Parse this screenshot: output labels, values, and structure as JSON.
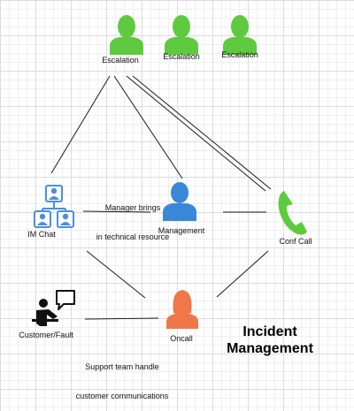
{
  "nodes": {
    "escalation1": {
      "label": "Escalation",
      "icon": "person-icon",
      "color": "#5fca3f"
    },
    "escalation2": {
      "label": "Escalation",
      "icon": "person-icon",
      "color": "#5fca3f"
    },
    "escalation3": {
      "label": "Escalation",
      "icon": "person-icon",
      "color": "#5fca3f"
    },
    "im_chat": {
      "label": "IM Chat",
      "icon": "network-icon",
      "color": "#4a90d9"
    },
    "management": {
      "label": "Management",
      "icon": "person-icon",
      "color": "#3a87d8"
    },
    "conf_call": {
      "label": "Conf Call",
      "icon": "phone-icon",
      "color": "#5fca3f"
    },
    "customer": {
      "label": "Customer/Fault",
      "icon": "customer-speech-icon",
      "color": "#111111"
    },
    "oncall": {
      "label": "Oncall",
      "icon": "female-person-icon",
      "color": "#ef7748"
    }
  },
  "notes": {
    "manager": {
      "line1": "Manager brings",
      "line2": "in technical resource"
    },
    "support": {
      "line1": "Support team handle",
      "line2": "customer communications"
    }
  },
  "title": {
    "line1": "Incident",
    "line2": "Management"
  },
  "edges": [
    [
      "escalation1",
      "im_chat"
    ],
    [
      "escalation1",
      "management"
    ],
    [
      "escalation1",
      "conf_call"
    ],
    [
      "escalation1",
      "oncall"
    ],
    [
      "im_chat",
      "management"
    ],
    [
      "management",
      "conf_call"
    ],
    [
      "im_chat",
      "oncall"
    ],
    [
      "conf_call",
      "oncall"
    ],
    [
      "customer",
      "oncall"
    ]
  ]
}
